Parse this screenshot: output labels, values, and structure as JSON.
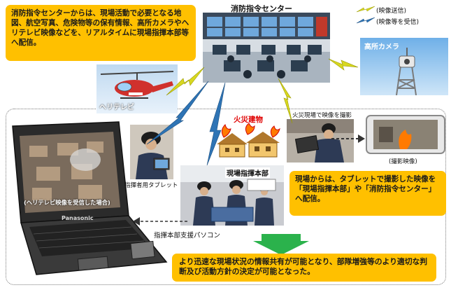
{
  "title": "消防指令センター",
  "callout_top": "消防指令センターからは、現場活動で必要となる地図、航空写真、危険物等の保有情報、高所カメラやヘリテレビ映像などを、リアルタイムに現場指揮本部等へ配信。",
  "legend": {
    "send": "(映像送信)",
    "receive": "(映像等を受信)"
  },
  "labels": {
    "heli_tv": "ヘリテレビ",
    "high_camera": "高所カメラ",
    "fire_building": "火災建物",
    "tablet_capture": "火災現場で映像を撮影",
    "capture_image": "(撮影映像)",
    "commander_tablet": "指揮者用タブレット",
    "field_hq": "現場指揮本部",
    "pc_support": "指揮本部支援パソコン",
    "laptop_screen": "(ヘリテレビ映像を受信した場合)",
    "laptop_brand": "Panasonic"
  },
  "callout_middle": "現場からは、タブレットで撮影した映像を「現場指揮本部」や「消防指令センター」へ配信。",
  "callout_bottom": "より迅速な現場状況の情報共有が可能となり、部隊増強等のより適切な判断及び活動方針の決定が可能となった。",
  "colors": {
    "callout": "#ffc000",
    "send_bolt": "#d8d820",
    "receive_bolt": "#2e74b5",
    "arrow_green": "#2bb24c",
    "fire_label": "#e00000"
  }
}
